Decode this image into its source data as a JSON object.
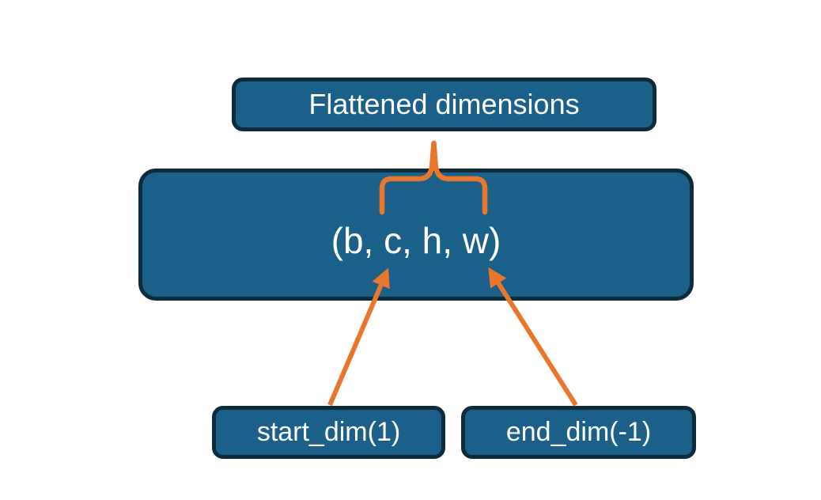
{
  "diagram": {
    "title": "Flatten operation dimensions diagram",
    "colors": {
      "background": "#ffffff",
      "box_fill": "#1A6088",
      "box_border": "#0D2B3C",
      "accent_orange": "#E8772D",
      "text": "#ffffff"
    },
    "nodes": {
      "flattened": {
        "label": "Flattened dimensions"
      },
      "tensor": {
        "label": "(b, c, h, w)"
      },
      "start_dim": {
        "label": "start_dim(1)"
      },
      "end_dim": {
        "label": "end_dim(-1)"
      }
    },
    "edges": [
      {
        "from": "flattened",
        "to": "tensor",
        "type": "brace",
        "note": "brace spans the middle dimensions of (b, c, h, w)"
      },
      {
        "from": "start_dim",
        "to": "tensor",
        "type": "arrow",
        "points_at": "c"
      },
      {
        "from": "end_dim",
        "to": "tensor",
        "type": "arrow",
        "points_at": "w"
      }
    ]
  }
}
